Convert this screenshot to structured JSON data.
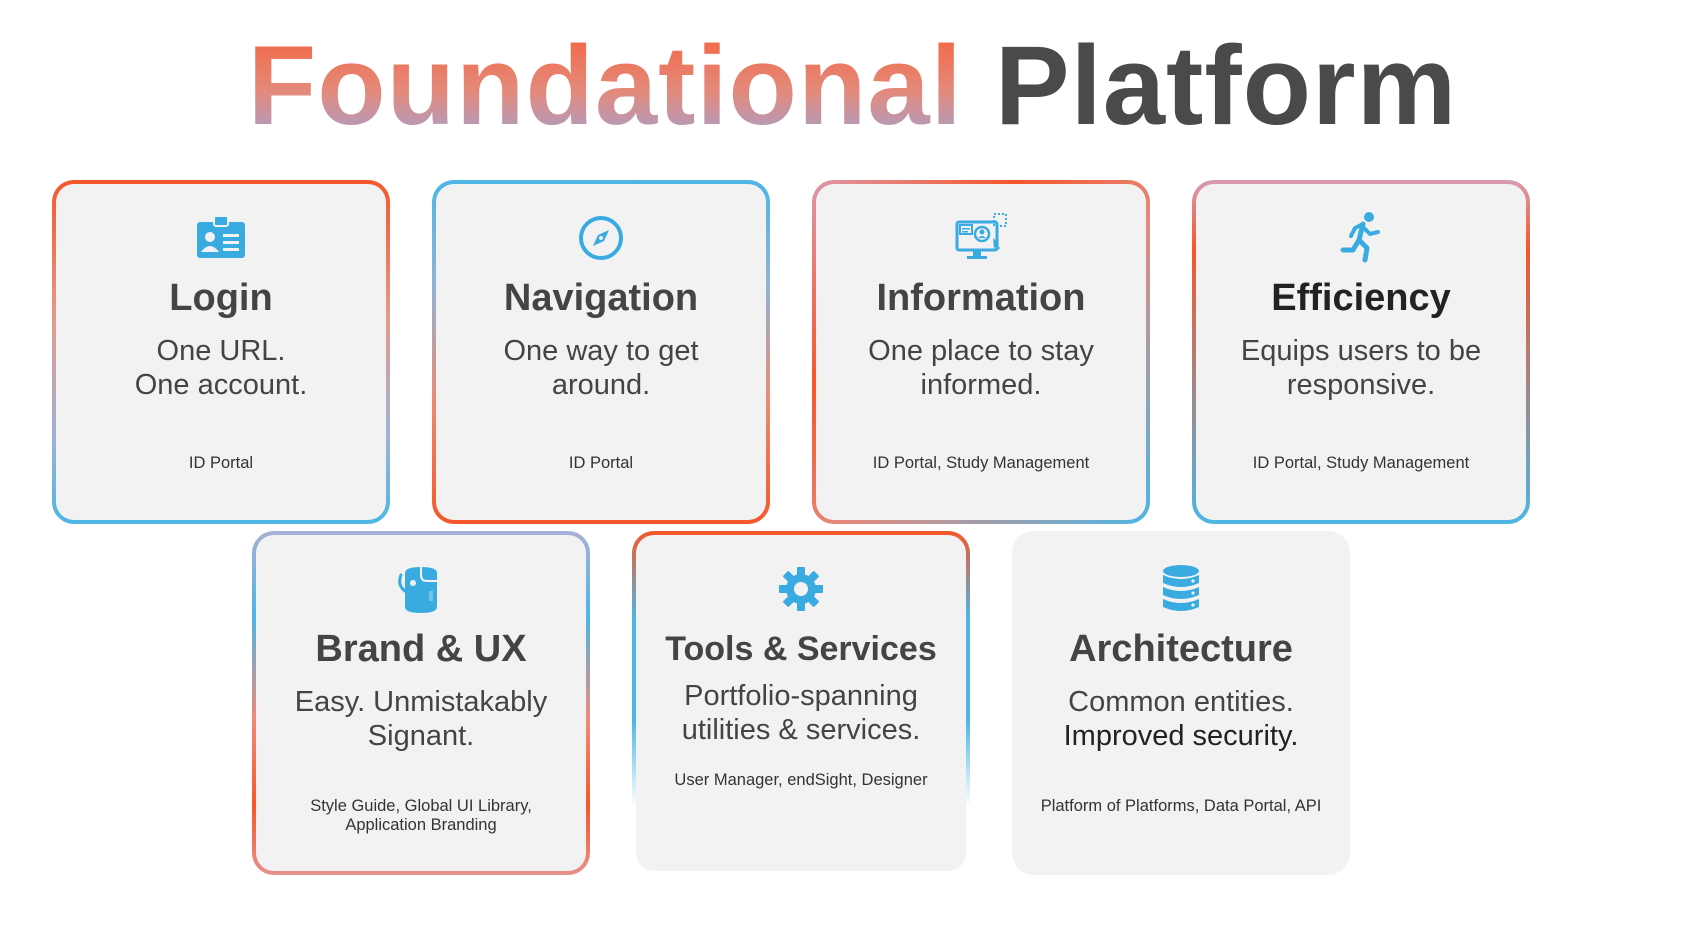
{
  "title": {
    "highlight": "Foundational",
    "rest": "Platform",
    "gradient_colors": [
      "#f76039",
      "#e38a7c",
      "#9da3d8"
    ],
    "solid_color": "#4a4a4a"
  },
  "accent_colors": {
    "orange": "#f5572a",
    "blue": "#4db6e4",
    "icon": "#3aabe0",
    "card_bg": "#f2f2f2"
  },
  "cards": [
    {
      "icon": "id-badge-icon",
      "name": "Login",
      "desc": [
        "One URL.",
        "One account."
      ],
      "sub": "ID Portal"
    },
    {
      "icon": "compass-icon",
      "name": "Navigation",
      "desc": [
        "One way to get",
        "around."
      ],
      "sub": "ID Portal"
    },
    {
      "icon": "monitor-user-icon",
      "name": "Information",
      "desc": [
        "One place to stay",
        "informed."
      ],
      "sub": "ID Portal, Study Management"
    },
    {
      "icon": "running-person-icon",
      "name": "Efficiency",
      "desc": [
        "Equips users to be",
        "responsive."
      ],
      "sub": "ID Portal, Study Management"
    },
    {
      "icon": "paint-bucket-icon",
      "name": "Brand & UX",
      "desc": [
        "Easy. Unmistakably",
        "Signant."
      ],
      "sub": "Style Guide, Global UI Library, Application Branding"
    },
    {
      "icon": "gear-icon",
      "name": "Tools & Services",
      "desc": [
        "Portfolio-spanning",
        "utilities & services."
      ],
      "sub": "User Manager, endSight, Designer"
    },
    {
      "icon": "database-icon",
      "name": "Architecture",
      "desc": [
        "Common entities.",
        "Improved security."
      ],
      "sub": "Platform of Platforms, Data Portal, API"
    }
  ]
}
